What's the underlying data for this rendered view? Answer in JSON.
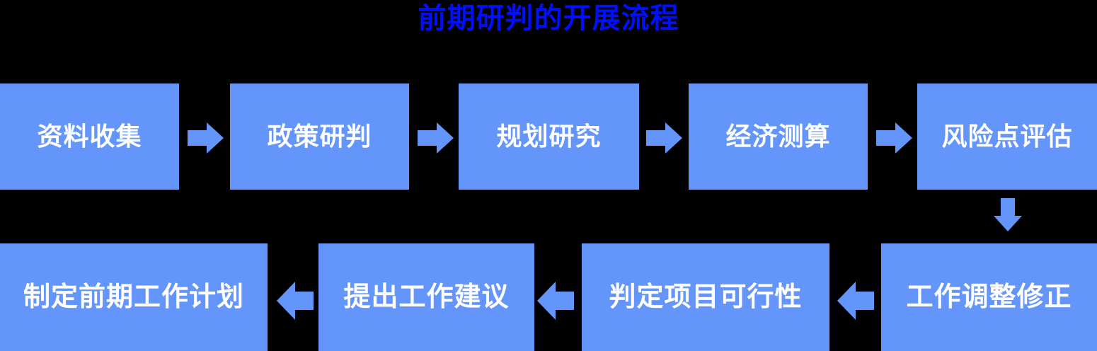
{
  "title": "前期研判的开展流程",
  "colors": {
    "background": "#000000",
    "title_text": "#0010FF",
    "box_fill": "#6395FA",
    "box_text": "#FFFFFF",
    "arrow_fill": "#6395FA"
  },
  "flow": {
    "top_row": [
      {
        "label": "资料收集"
      },
      {
        "label": "政策研判"
      },
      {
        "label": "规划研究"
      },
      {
        "label": "经济测算"
      },
      {
        "label": "风险点评估"
      }
    ],
    "bottom_row": [
      {
        "label": "制定前期工作计划"
      },
      {
        "label": "提出工作建议"
      },
      {
        "label": "判定项目可行性"
      },
      {
        "label": "工作调整修正"
      }
    ],
    "connectors": [
      {
        "name": "arrow-right-1",
        "direction": "right"
      },
      {
        "name": "arrow-right-2",
        "direction": "right"
      },
      {
        "name": "arrow-right-3",
        "direction": "right"
      },
      {
        "name": "arrow-right-4",
        "direction": "right"
      },
      {
        "name": "arrow-down-1",
        "direction": "down"
      },
      {
        "name": "arrow-left-1",
        "direction": "left"
      },
      {
        "name": "arrow-left-2",
        "direction": "left"
      },
      {
        "name": "arrow-left-3",
        "direction": "left"
      }
    ]
  }
}
